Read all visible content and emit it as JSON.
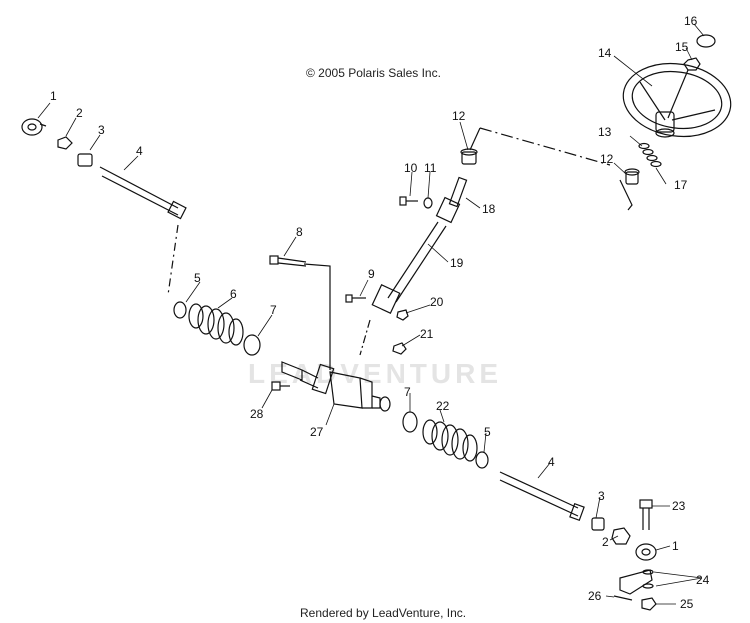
{
  "copyright": "© 2005 Polaris Sales Inc.",
  "footer": "Rendered by LeadVenture, Inc.",
  "watermark": "LEADVENTURE",
  "callouts": [
    "1",
    "2",
    "3",
    "4",
    "5",
    "6",
    "7",
    "8",
    "9",
    "10",
    "11",
    "12",
    "12",
    "13",
    "14",
    "15",
    "16",
    "17",
    "18",
    "19",
    "20",
    "21",
    "7",
    "22",
    "5",
    "4",
    "3",
    "23",
    "2",
    "1",
    "24",
    "25",
    "26",
    "27",
    "28"
  ],
  "colors": {
    "line": "#111111",
    "watermark": "#e4e4e4",
    "background": "#ffffff"
  }
}
